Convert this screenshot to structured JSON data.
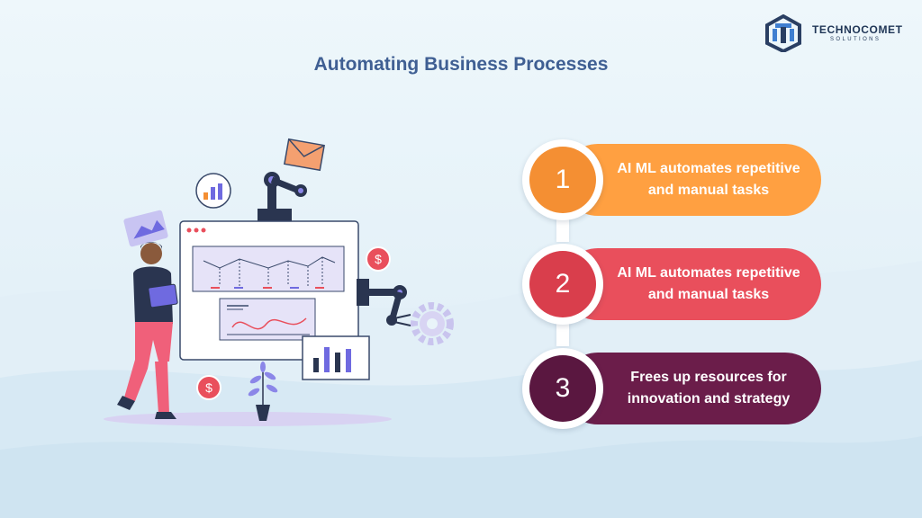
{
  "brand": {
    "name": "TECHNOCOMET",
    "tagline": "SOLUTIONS",
    "color": "#1f3556"
  },
  "title": "Automating Business Processes",
  "steps": [
    {
      "number": "1",
      "text": "AI ML automates repetitive and manual tasks",
      "pill_color": "#ffa041",
      "circle_color": "#f48f33"
    },
    {
      "number": "2",
      "text": "AI ML automates repetitive and manual tasks",
      "pill_color": "#e94f5c",
      "circle_color": "#d93e4c"
    },
    {
      "number": "3",
      "text": "Frees up resources for innovation and strategy",
      "pill_color": "#6b1d4a",
      "circle_color": "#5a1740"
    }
  ],
  "illustration": {
    "dollar_symbol": "$",
    "icons": [
      "bar-chart-icon",
      "image-icon",
      "envelope-icon",
      "gear-icon",
      "plant-icon",
      "dollar-coin-icon"
    ]
  }
}
